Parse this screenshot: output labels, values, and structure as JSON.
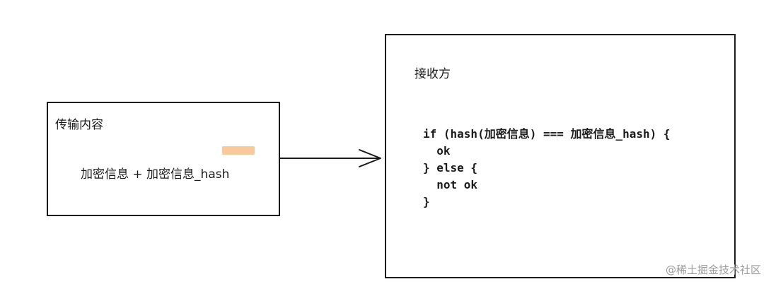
{
  "sender": {
    "title": "传输内容",
    "payload": "加密信息 + 加密信息_hash"
  },
  "receiver": {
    "title": "接收方",
    "code_lines": [
      "if (hash(加密信息) === 加密信息_hash) {",
      "  ok",
      "} else {",
      "  not ok",
      "}"
    ]
  },
  "watermark": "@稀土掘金技术社区",
  "colors": {
    "stroke": "#1b1b1b",
    "highlight": "#f6c08a",
    "watermark": "#9a9a9a"
  }
}
